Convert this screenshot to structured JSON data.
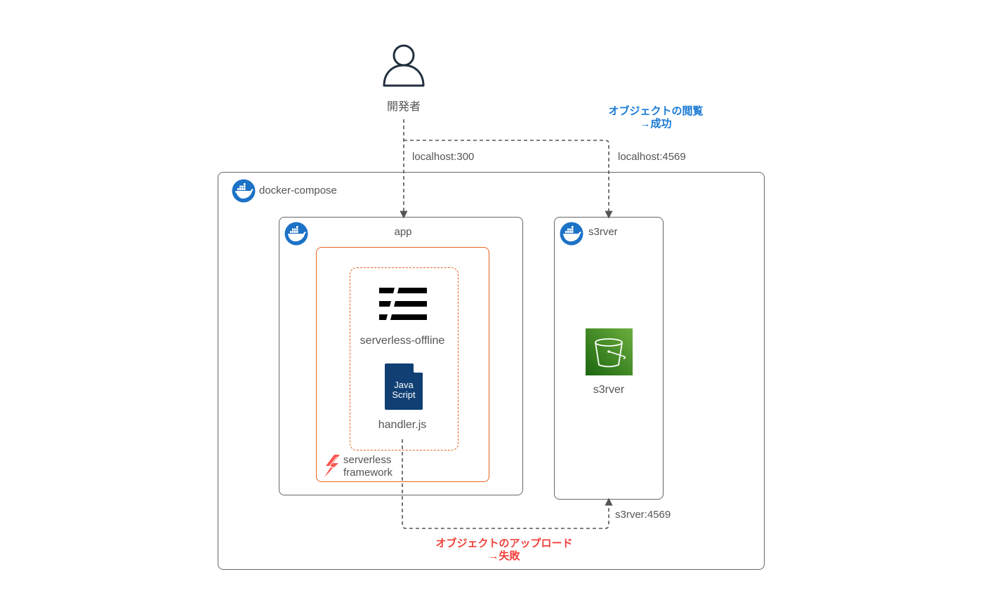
{
  "colors": {
    "box_border": "#666666",
    "serverless_orange": "#e8641f",
    "docker_blue": "#1c72c6",
    "success_blue": "#1a7ad6",
    "failure_red": "#f2403a",
    "js_navy": "#0f3f73",
    "s3_green": "#3f8624"
  },
  "actor": {
    "icon": "user-icon",
    "label": "開発者"
  },
  "edges": {
    "to_app_label": "localhost:300",
    "to_s3rver_label": "localhost:4569",
    "app_to_s3rver_label": "s3rver:4569"
  },
  "notes": {
    "view_line1": "オブジェクトの閲覧",
    "view_line2": "→成功",
    "upload_line1": "オブジェクトのアップロード",
    "upload_line2": "→失敗"
  },
  "containers": {
    "compose": {
      "label": "docker-compose",
      "icon": "docker-icon"
    },
    "app": {
      "label": "app",
      "icon": "docker-icon"
    },
    "s3rver": {
      "label": "s3rver",
      "icon": "docker-icon"
    }
  },
  "serverless_framework": {
    "line1": "serverless",
    "line2": "framework",
    "icon": "serverless-lightning-icon"
  },
  "components": {
    "offline": {
      "label": "serverless-offline",
      "icon": "serverless-offline-logo"
    },
    "handler": {
      "label": "handler.js",
      "icon_line1": "Java",
      "icon_line2": "Script"
    },
    "bucket": {
      "label": "s3rver",
      "icon": "s3-bucket-icon"
    }
  }
}
